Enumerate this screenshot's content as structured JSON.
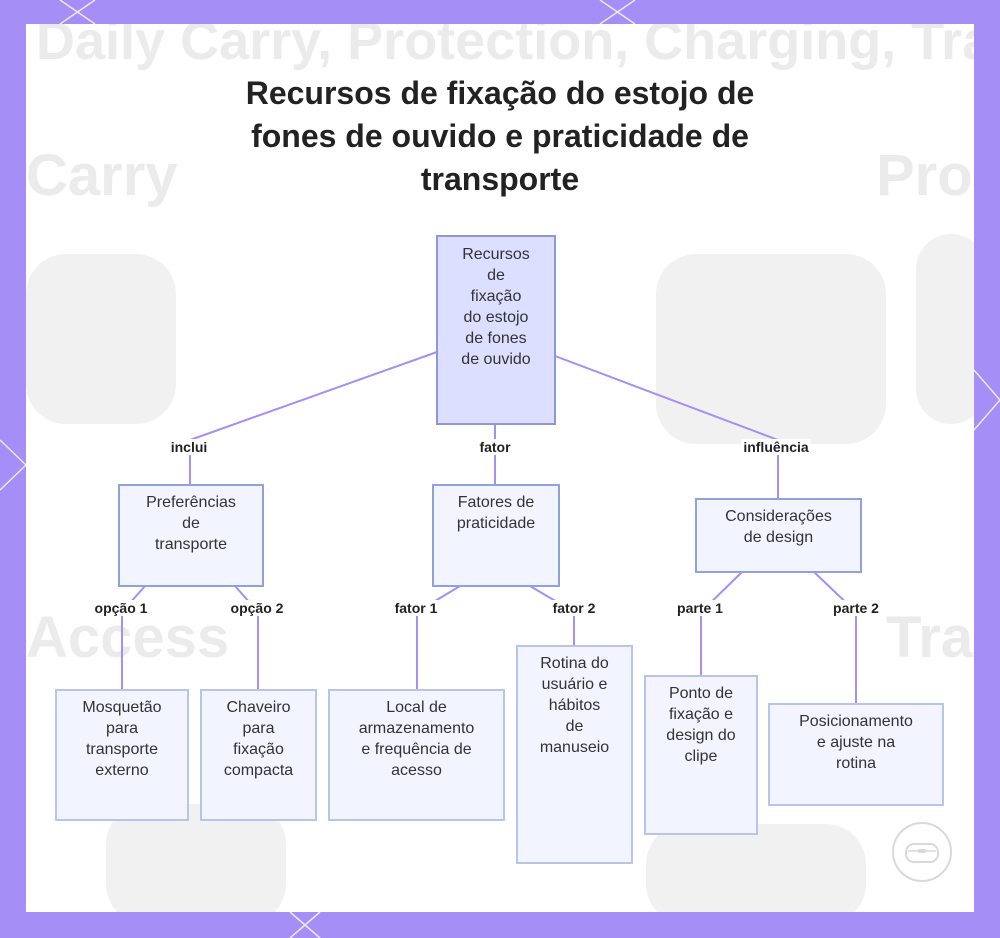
{
  "title": {
    "lines": [
      "Recursos de fixação do estojo de",
      "fones de ouvido e praticidade de",
      "transporte"
    ]
  },
  "background_text": {
    "top_banner": "Daily Carry, Protection, Charging, Travel",
    "carry": "Carry",
    "pro": "Pro",
    "access": "Access",
    "tra": "Tra"
  },
  "colors": {
    "frame": "#a58ef5",
    "edge": "#a58ef5",
    "node_fill": "#f2f4ff",
    "root_fill": "#dcdfff"
  },
  "nodes": {
    "root": {
      "lines": [
        "Recursos",
        "de",
        "fixação",
        "do estojo",
        "de fones",
        "de ouvido"
      ]
    },
    "pref": {
      "lines": [
        "Preferências",
        "de",
        "transporte"
      ]
    },
    "fatores": {
      "lines": [
        "Fatores de",
        "praticidade"
      ]
    },
    "consid": {
      "lines": [
        "Considerações",
        "de design"
      ]
    },
    "mosq": {
      "lines": [
        "Mosquetão",
        "para",
        "transporte",
        "externo"
      ]
    },
    "chaveiro": {
      "lines": [
        "Chaveiro",
        "para",
        "fixação",
        "compacta"
      ]
    },
    "local": {
      "lines": [
        "Local de",
        "armazenamento",
        "e frequência de",
        "acesso"
      ]
    },
    "rotina": {
      "lines": [
        "Rotina do",
        "usuário e",
        "hábitos",
        "de",
        "manuseio"
      ]
    },
    "ponto": {
      "lines": [
        "Ponto de",
        "fixação e",
        "design do",
        "clipe"
      ]
    },
    "posic": {
      "lines": [
        "Posicionamento",
        "e ajuste na",
        "rotina"
      ]
    }
  },
  "edge_labels": {
    "inclui": "inclui",
    "fator": "fator",
    "influencia": "influência",
    "opcao1": "opção 1",
    "opcao2": "opção 2",
    "fator1": "fator 1",
    "fator2": "fator 2",
    "parte1": "parte 1",
    "parte2": "parte 2"
  },
  "watermark": {
    "icon": "headphones-case-icon"
  }
}
